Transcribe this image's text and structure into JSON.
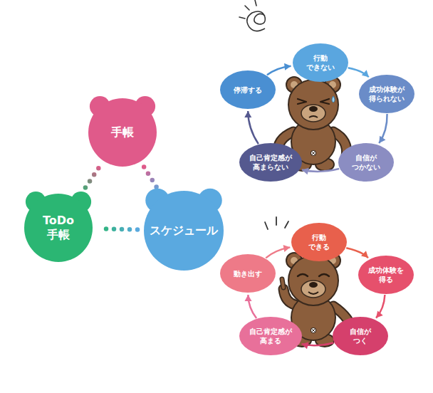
{
  "diagram": {
    "nodes": [
      {
        "text": [
          "手帳"
        ]
      },
      {
        "text": [
          "ToDo 手帳"
        ]
      },
      {
        "text": [
          "スケジュール"
        ]
      },
      {
        "text": [
          "行動 できない"
        ]
      },
      {
        "text": [
          "成功体験が 得られない"
        ]
      },
      {
        "text": [
          "自信が つかない"
        ]
      },
      {
        "text": [
          "自己肯定感が 高まらない"
        ]
      },
      {
        "text": [
          "停滞する"
        ]
      },
      {
        "text": [
          "行動 できる"
        ]
      },
      {
        "text": [
          "成功体験を 得る"
        ]
      },
      {
        "text": [
          "自信が つく"
        ]
      },
      {
        "text": [
          "自己肯定感が 高まる"
        ]
      },
      {
        "text": [
          "動き出す"
        ]
      }
    ],
    "edges": [
      {
        "from": 0,
        "to": 2,
        "arrow": "none"
      },
      {
        "from": 2,
        "to": 1,
        "arrow": "none"
      },
      {
        "from": 1,
        "to": 0,
        "arrow": "none"
      },
      {
        "from": 3,
        "to": 4,
        "arrow": "to"
      },
      {
        "from": 4,
        "to": 5,
        "arrow": "to"
      },
      {
        "from": 5,
        "to": 6,
        "arrow": "to"
      },
      {
        "from": 6,
        "to": 7,
        "arrow": "to"
      },
      {
        "from": 7,
        "to": 3,
        "arrow": "to"
      },
      {
        "from": 8,
        "to": 9,
        "arrow": "to"
      },
      {
        "from": 9,
        "to": 10,
        "arrow": "to"
      },
      {
        "from": 10,
        "to": 11,
        "arrow": "to"
      },
      {
        "from": 11,
        "to": 12,
        "arrow": "to"
      },
      {
        "from": 12,
        "to": 8,
        "arrow": "to"
      }
    ]
  }
}
